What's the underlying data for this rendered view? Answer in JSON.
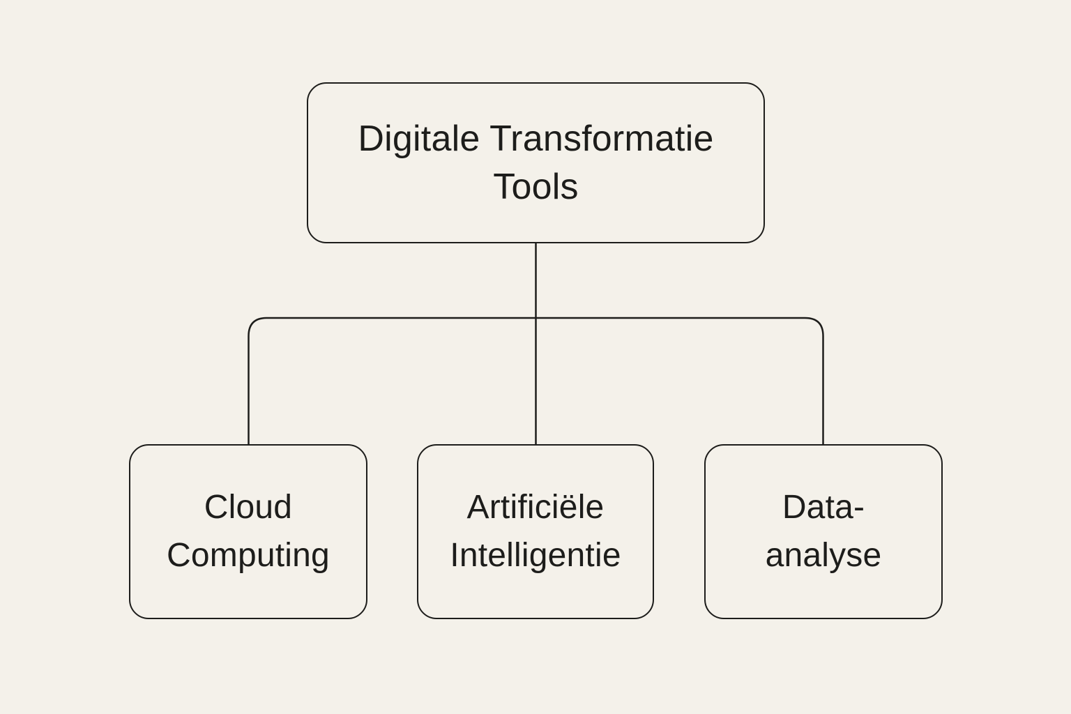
{
  "diagram": {
    "title": "Digitale Transformatie Tools diagram",
    "background_color": "#f4f1ea",
    "line_color": "#1d1d1b",
    "text_color": "#1d1d1b",
    "root": {
      "label": "Digitale Transformatie Tools"
    },
    "children": [
      {
        "label": "Cloud Computing"
      },
      {
        "label": "Artificiële Intelligentie"
      },
      {
        "label": "Data-analyse"
      }
    ]
  }
}
